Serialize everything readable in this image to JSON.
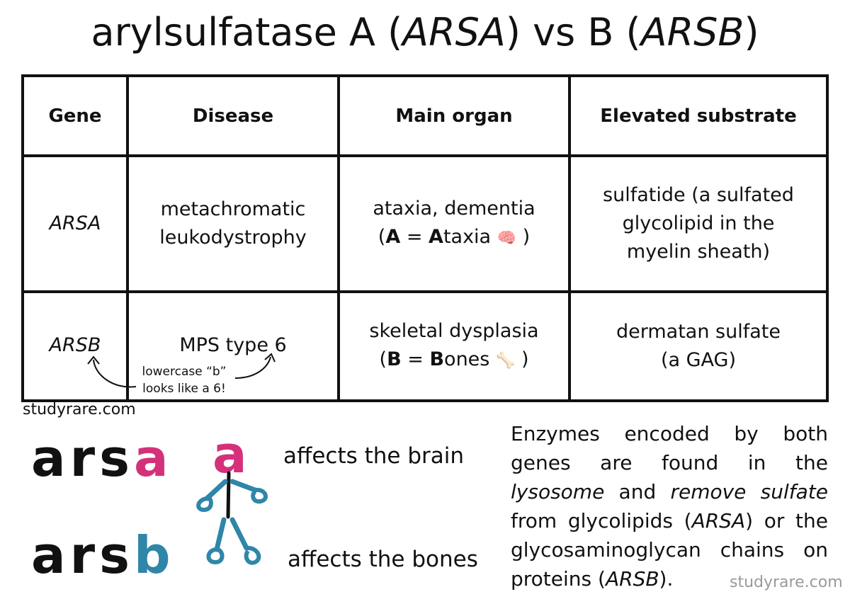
{
  "title": {
    "prefix": "arylsulfatase A (",
    "gene_a": "ARSA",
    "middle": ") vs B (",
    "gene_b": "ARSB",
    "suffix": ")"
  },
  "table": {
    "headers": [
      "Gene",
      "Disease",
      "Main organ",
      "Elevated substrate"
    ],
    "rows": [
      {
        "gene": "ARSA",
        "disease_l1": "metachromatic",
        "disease_l2": "leukodystrophy",
        "organ_l1": "ataxia, dementia",
        "organ_l2_open": "(",
        "organ_l2_bold1": "A",
        "organ_l2_eq": " = ",
        "organ_l2_bold2": "A",
        "organ_l2_rest": "taxia ",
        "organ_l2_icon": "🧠",
        "organ_l2_close": " )",
        "substrate_l1": "sulfatide (a sulfated",
        "substrate_l2": "glycolipid in the",
        "substrate_l3": "myelin sheath)"
      },
      {
        "gene": "ARSB",
        "disease_l1": "MPS type 6",
        "organ_l1": "skeletal dysplasia",
        "organ_l2_open": "(",
        "organ_l2_bold1": "B",
        "organ_l2_eq": " = ",
        "organ_l2_bold2": "B",
        "organ_l2_rest": "ones ",
        "organ_l2_icon": "🦴",
        "organ_l2_close": " )",
        "substrate_l1": "dermatan sulfate",
        "substrate_l2": "(a GAG)"
      }
    ],
    "hint_l1": "lowercase “b”",
    "hint_l2": "looks like a 6!"
  },
  "site_top": "studyrare.com",
  "site_bottom": "studyrare.com",
  "mnemonic": {
    "a_prefix": "ars",
    "a_letter": "a",
    "a_figure_head": "a",
    "b_prefix": "ars",
    "b_letter": "b",
    "affects_a": "affects the brain",
    "affects_b": "affects the bones"
  },
  "paragraph": {
    "t1": "Enzymes encoded by both genes are found in the ",
    "i1": "lysosome",
    "t2": " and ",
    "i2": "remove sulfate",
    "t3": " from glycolipids (",
    "i3": "ARSA",
    "t4": ") or the glycosaminoglycan chains on proteins (",
    "i4": "ARSB",
    "t5": ")."
  },
  "colors": {
    "pink": "#d4317a",
    "teal": "#2f86a8",
    "text": "#111111",
    "watermark": "#9a9a9a"
  }
}
